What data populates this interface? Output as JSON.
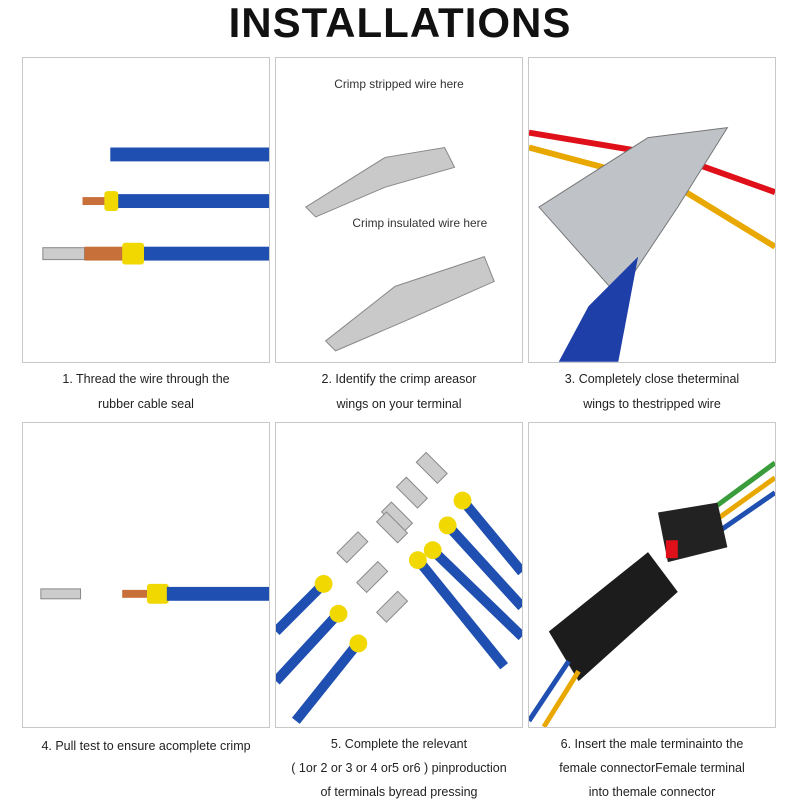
{
  "title": "INSTALLATIONS",
  "steps": [
    {
      "caption": [
        "1. Thread the wire through the",
        "rubber cable seal"
      ]
    },
    {
      "caption": [
        "2. Identify the crimp areasor",
        "wings on your terminal"
      ],
      "labels": [
        "Crimp stripped wire here",
        "Crimp insulated wire here"
      ]
    },
    {
      "caption": [
        "3. Completely close theterminal",
        "wings to thestripped wire"
      ]
    },
    {
      "caption": [
        "4. Pull test to ensure acomplete crimp"
      ]
    },
    {
      "caption": [
        "5. Complete the relevant",
        "( 1or 2 or 3 or 4 or5 or6 ) pinproduction",
        "of terminals byread pressing"
      ]
    },
    {
      "caption": [
        "6. Insert the male terminainto the",
        "female connectorFemale terminal",
        "into themale connector"
      ]
    }
  ],
  "colors": {
    "wire_blue": "#1f4fb0",
    "seal_yellow": "#f0d800",
    "copper": "#c8703a",
    "wire_red": "#e0101a",
    "wire_yellow": "#e8a800"
  }
}
